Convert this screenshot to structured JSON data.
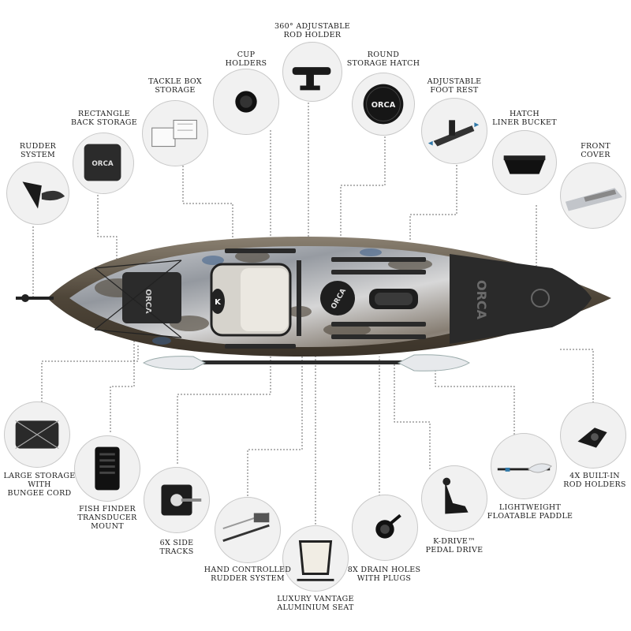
{
  "features": {
    "rod_holder_360": "360° ADJUSTABLE\nROD HOLDER",
    "cup_holders": "CUP\nHOLDERS",
    "round_hatch": "ROUND\nSTORAGE HATCH",
    "tackle_box": "TACKLE BOX\nSTORAGE",
    "foot_rest": "ADJUSTABLE\nFOOT REST",
    "rect_storage": "RECTANGLE\nBACK STORAGE",
    "hatch_bucket": "HATCH\nLINER BUCKET",
    "rudder": "RUDDER\nSYSTEM",
    "front_cover": "FRONT\nCOVER",
    "large_storage": "LARGE STORAGE\nWITH\nBUNGEE CORD",
    "fish_finder": "FISH FINDER\nTRANSDUCER\nMOUNT",
    "side_tracks": "6X SIDE\nTRACKS",
    "hand_rudder": "HAND CONTROLLED\nRUDDER SYSTEM",
    "seat": "LUXURY VANTAGE\nALUMINIUM SEAT",
    "drain_holes": "8X DRAIN HOLES\nWITH PLUGS",
    "pedal_drive": "K-DRIVE™\nPEDAL DRIVE",
    "paddle": "LIGHTWEIGHT\nFLOATABLE PADDLE",
    "rod_holders_4x": "4X BUILT-IN\nROD HOLDERS"
  },
  "logos": {
    "brand": "ORCA",
    "seat_mark": "K"
  },
  "colors": {
    "hull_dark": "#5e5446",
    "deck_camo": "#b8bcc4",
    "accent_blue": "#2f78a8",
    "line": "#6a6a6a"
  },
  "icons": [
    "rudder-icon",
    "rectangle-storage-icon",
    "tackle-box-icon",
    "cup-holder-icon",
    "rod-holder-icon",
    "round-hatch-icon",
    "foot-rest-icon",
    "hatch-bucket-icon",
    "front-cover-icon",
    "large-storage-icon",
    "fish-finder-mount-icon",
    "side-track-icon",
    "hand-rudder-icon",
    "seat-icon",
    "drain-plug-icon",
    "pedal-drive-icon",
    "paddle-icon",
    "built-in-rod-holder-icon"
  ]
}
